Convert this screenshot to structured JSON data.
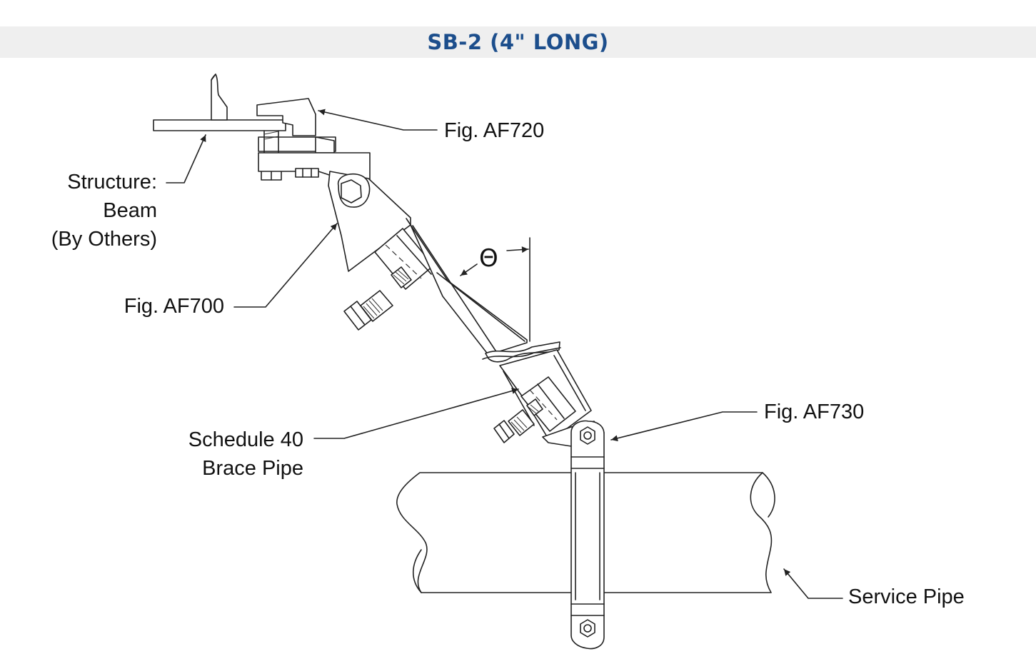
{
  "title": "SB-2 (4\" LONG)",
  "labels": {
    "fig_af720": "Fig. AF720",
    "structure_line1": "Structure:",
    "structure_line2": "Beam",
    "structure_line3": "(By Others)",
    "fig_af700": "Fig. AF700",
    "theta": "Θ",
    "fig_af730": "Fig. AF730",
    "schedule_line1": "Schedule 40",
    "schedule_line2": "Brace Pipe",
    "service_pipe": "Service Pipe"
  },
  "colors": {
    "title": "#1c4e8c",
    "title_bar": "#efefef",
    "line": "#222222"
  }
}
